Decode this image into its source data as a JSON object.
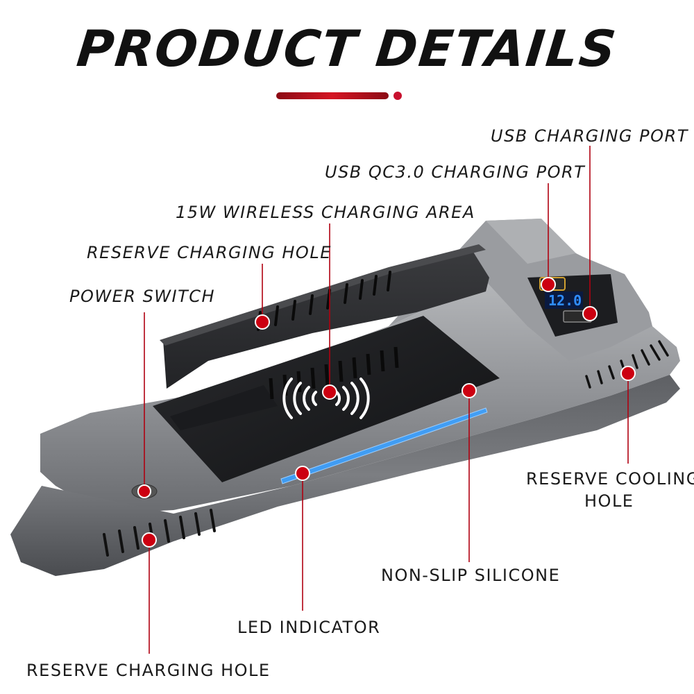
{
  "header": {
    "title": "PRODUCT DETAILS",
    "accent_color": "#c8102e"
  },
  "callouts": {
    "usb_charging_port": "USB CHARGING PORT",
    "usb_qc30_port": "USB QC3.0 CHARGING PORT",
    "wireless_area": "15W WIRELESS CHARGING AREA",
    "reserve_charging_hole_top": "RESERVE CHARGING HOLE",
    "power_switch": "POWER SWITCH",
    "reserve_cooling_hole_line1": "RESERVE COOLING",
    "reserve_cooling_hole_line2": "HOLE",
    "non_slip_silicone": "NON-SLIP SILICONE",
    "led_indicator": "LED INDICATOR",
    "reserve_charging_hole_bottom": "RESERVE CHARGING HOLE"
  },
  "device": {
    "voltmeter_reading": "12.0",
    "body_color": "#8a8c8f",
    "led_color": "#3aa0ff",
    "display_color": "#1f6fff",
    "qi_icon": "wireless-charging-icon"
  }
}
